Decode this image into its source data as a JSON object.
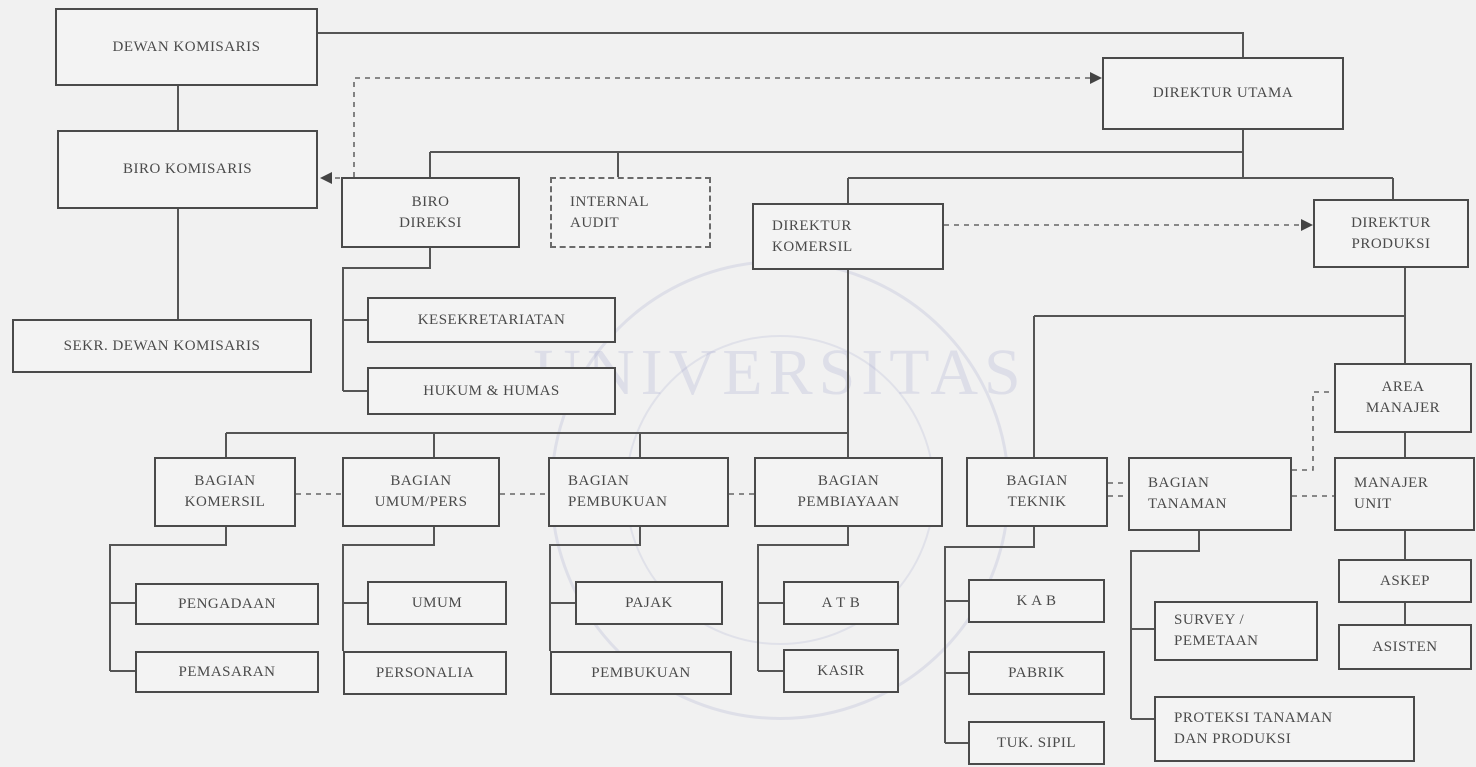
{
  "watermark": {
    "text": "UNIVERSITAS",
    "icon": "university-seal-icon"
  },
  "chart": {
    "dewan_komisaris": "DEWAN KOMISARIS",
    "direktur_utama": "DIREKTUR UTAMA",
    "biro_komisaris": "BIRO KOMISARIS",
    "sekr_dewan_komisaris": "SEKR. DEWAN KOMISARIS",
    "biro_direksi": "BIRO\nDIREKSI",
    "internal_audit": "INTERNAL\nAUDIT",
    "direktur_komersil": "DIREKTUR\nKOMERSIL",
    "direktur_produksi": "DIREKTUR\nPRODUKSI",
    "kesekretariatan": "KESEKRETARIATAN",
    "hukum_humas": "HUKUM & HUMAS",
    "area_manajer": "AREA\nMANAJER",
    "bagian_komersil": "BAGIAN\nKOMERSIL",
    "bagian_umum_pers": "BAGIAN\nUMUM/PERS",
    "bagian_pembukuan": "BAGIAN\nPEMBUKUAN",
    "bagian_pembiayaan": "BAGIAN\nPEMBIAYAAN",
    "bagian_teknik": "BAGIAN\nTEKNIK",
    "bagian_tanaman": "BAGIAN\nTANAMAN",
    "manajer_unit": "MANAJER\nUNIT",
    "pengadaan": "PENGADAAN",
    "pemasaran": "PEMASARAN",
    "umum": "UMUM",
    "personalia": "PERSONALIA",
    "pajak": "PAJAK",
    "pembukuan": "PEMBUKUAN",
    "atb": "A T B",
    "kasir": "KASIR",
    "kab": "K A B",
    "pabrik": "PABRIK",
    "tuk_sipil": "TUK. SIPIL",
    "survey_pemetaan": "SURVEY /\nPEMETAAN",
    "proteksi_tanaman": "PROTEKSI TANAMAN\nDAN PRODUKSI",
    "askep": "ASKEP",
    "asisten": "ASISTEN"
  }
}
